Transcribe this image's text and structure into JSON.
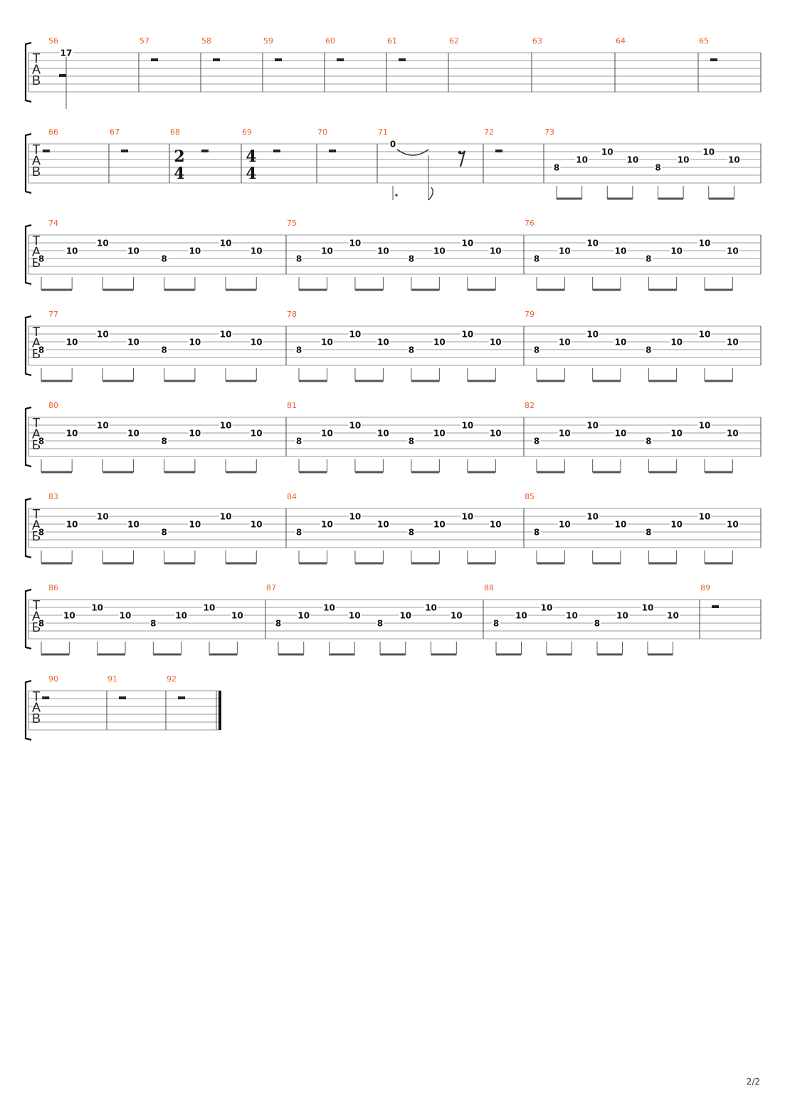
{
  "page": {
    "number_label": "2/2"
  },
  "clef_letters": [
    "T",
    "A",
    "B"
  ],
  "systems": [
    {
      "measures": [
        {
          "num": "56",
          "events": [
            {
              "fret": "17",
              "string": 1
            },
            {
              "rest": true
            }
          ]
        },
        {
          "num": "57",
          "events": [
            {
              "rest": true
            }
          ]
        },
        {
          "num": "58",
          "events": [
            {
              "rest": true
            }
          ]
        },
        {
          "num": "59",
          "events": [
            {
              "rest": true
            }
          ]
        },
        {
          "num": "60",
          "events": [
            {
              "rest": true
            }
          ]
        },
        {
          "num": "61",
          "events": [
            {
              "rest": true
            }
          ]
        },
        {
          "num": "62",
          "events": []
        },
        {
          "num": "63",
          "events": []
        },
        {
          "num": "64",
          "events": []
        },
        {
          "num": "65",
          "events": [
            {
              "rest": true
            }
          ]
        }
      ]
    },
    {
      "measures": [
        {
          "num": "66",
          "events": [
            {
              "rest": true
            }
          ]
        },
        {
          "num": "67",
          "events": [
            {
              "rest": true
            }
          ]
        },
        {
          "num": "68",
          "time_sig": [
            "2",
            "4"
          ],
          "events": [
            {
              "rest": true
            }
          ]
        },
        {
          "num": "69",
          "time_sig": [
            "4",
            "4"
          ],
          "events": [
            {
              "rest": true
            }
          ]
        },
        {
          "num": "70",
          "events": [
            {
              "rest": true
            }
          ]
        },
        {
          "num": "71",
          "events": [
            {
              "fret": "0",
              "string": 1,
              "tie": true,
              "dotted": true
            },
            {
              "eighth_rest": true
            }
          ]
        },
        {
          "num": "72",
          "events": [
            {
              "rest": true
            }
          ]
        },
        {
          "num": "73",
          "pattern": true
        }
      ]
    },
    {
      "measures": [
        {
          "num": "74",
          "pattern": true
        },
        {
          "num": "75",
          "pattern": true
        },
        {
          "num": "76",
          "pattern": true
        }
      ]
    },
    {
      "measures": [
        {
          "num": "77",
          "pattern": true
        },
        {
          "num": "78",
          "pattern": true
        },
        {
          "num": "79",
          "pattern": true
        }
      ]
    },
    {
      "measures": [
        {
          "num": "80",
          "pattern": true
        },
        {
          "num": "81",
          "pattern": true
        },
        {
          "num": "82",
          "pattern": true
        }
      ]
    },
    {
      "measures": [
        {
          "num": "83",
          "pattern": true
        },
        {
          "num": "84",
          "pattern": true
        },
        {
          "num": "85",
          "pattern": true
        }
      ]
    },
    {
      "measures": [
        {
          "num": "86",
          "pattern": true
        },
        {
          "num": "87",
          "pattern": true
        },
        {
          "num": "88",
          "pattern": true
        },
        {
          "num": "89",
          "events": [
            {
              "rest": true
            }
          ]
        }
      ]
    },
    {
      "measures": [
        {
          "num": "90",
          "events": [
            {
              "rest": true
            }
          ]
        },
        {
          "num": "91",
          "events": [
            {
              "rest": true
            }
          ]
        },
        {
          "num": "92",
          "events": [
            {
              "rest": true
            }
          ],
          "final": true
        }
      ]
    }
  ],
  "riff_pattern": [
    {
      "fret": "8",
      "string": 4
    },
    {
      "fret": "10",
      "string": 3
    },
    {
      "fret": "10",
      "string": 2
    },
    {
      "fret": "10",
      "string": 3
    },
    {
      "fret": "8",
      "string": 4
    },
    {
      "fret": "10",
      "string": 3
    },
    {
      "fret": "10",
      "string": 2
    },
    {
      "fret": "10",
      "string": 3
    }
  ]
}
